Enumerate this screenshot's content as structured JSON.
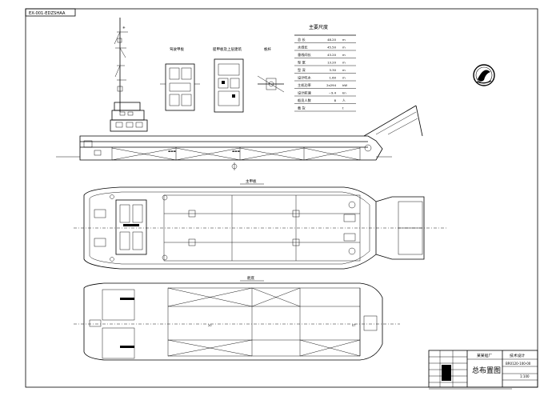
{
  "drawing": {
    "code_box": "EX-001-EDZSHAA",
    "spec_title": "主要尺度",
    "spec_rows": [
      {
        "name": "总 长",
        "value": "48.20",
        "unit": "m"
      },
      {
        "name": "水线长",
        "value": "45.50",
        "unit": "m"
      },
      {
        "name": "垂线间长",
        "value": "43.20",
        "unit": "m"
      },
      {
        "name": "型 宽",
        "value": "13.20",
        "unit": "m"
      },
      {
        "name": "型 深",
        "value": "3.30",
        "unit": "m"
      },
      {
        "name": "设计吃水",
        "value": "1.60",
        "unit": "m"
      },
      {
        "name": "主机功率",
        "value": "2x294",
        "unit": "kW"
      },
      {
        "name": "设计航速",
        "value": "~9.4",
        "unit": "kn"
      },
      {
        "name": "船员人数",
        "value": "8",
        "unit": "人"
      },
      {
        "name": "载 货",
        "value": "",
        "unit": "t"
      }
    ],
    "detail_labels": [
      "驾驶甲板",
      "艇甲板及上层建筑",
      "桅杆"
    ],
    "view_labels": {
      "main_deck": "主甲板",
      "hold": "舱底"
    },
    "title_block": {
      "company": "某某船厂",
      "design_stage": "技术设计",
      "drawing_title": "总布置图",
      "drawing_no": "BR0120-100-00",
      "scale": "1:100"
    }
  }
}
